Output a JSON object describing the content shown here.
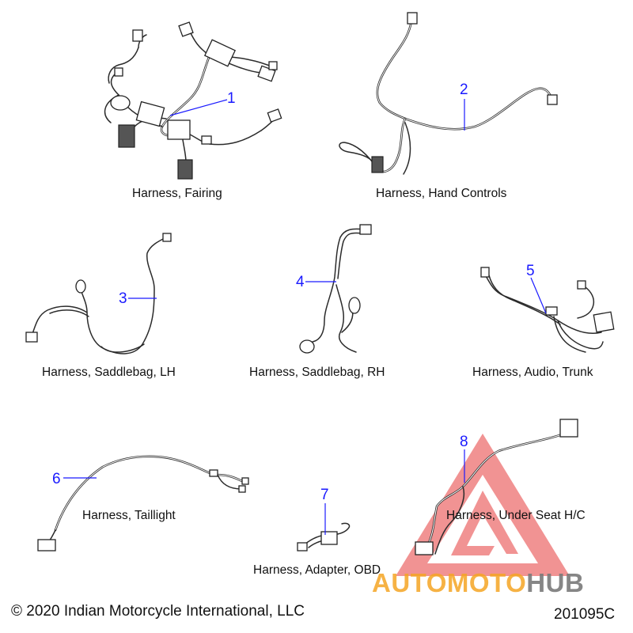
{
  "harnesses": [
    {
      "callout": "1",
      "caption": "Harness, Fairing"
    },
    {
      "callout": "2",
      "caption": "Harness, Hand Controls"
    },
    {
      "callout": "3",
      "caption": "Harness, Saddlebag, LH"
    },
    {
      "callout": "4",
      "caption": "Harness, Saddlebag, RH"
    },
    {
      "callout": "5",
      "caption": "Harness, Audio, Trunk"
    },
    {
      "callout": "6",
      "caption": "Harness, Taillight"
    },
    {
      "callout": "7",
      "caption": "Harness, Adapter, OBD"
    },
    {
      "callout": "8",
      "caption": "Harness, Under Seat H/C"
    }
  ],
  "footer": {
    "copyright": "© 2020 Indian Motorcycle International, LLC",
    "diagram_id": "201095C"
  },
  "watermark": {
    "part1": "AUTOMOTO",
    "part2": "HUB",
    "logo_icon": "triangle-a-logo-icon"
  },
  "colors": {
    "callout": "#1a1aff",
    "watermark_red": "#e63c3c",
    "watermark_orange": "#f5a524",
    "watermark_gray": "#7a7a7a"
  }
}
